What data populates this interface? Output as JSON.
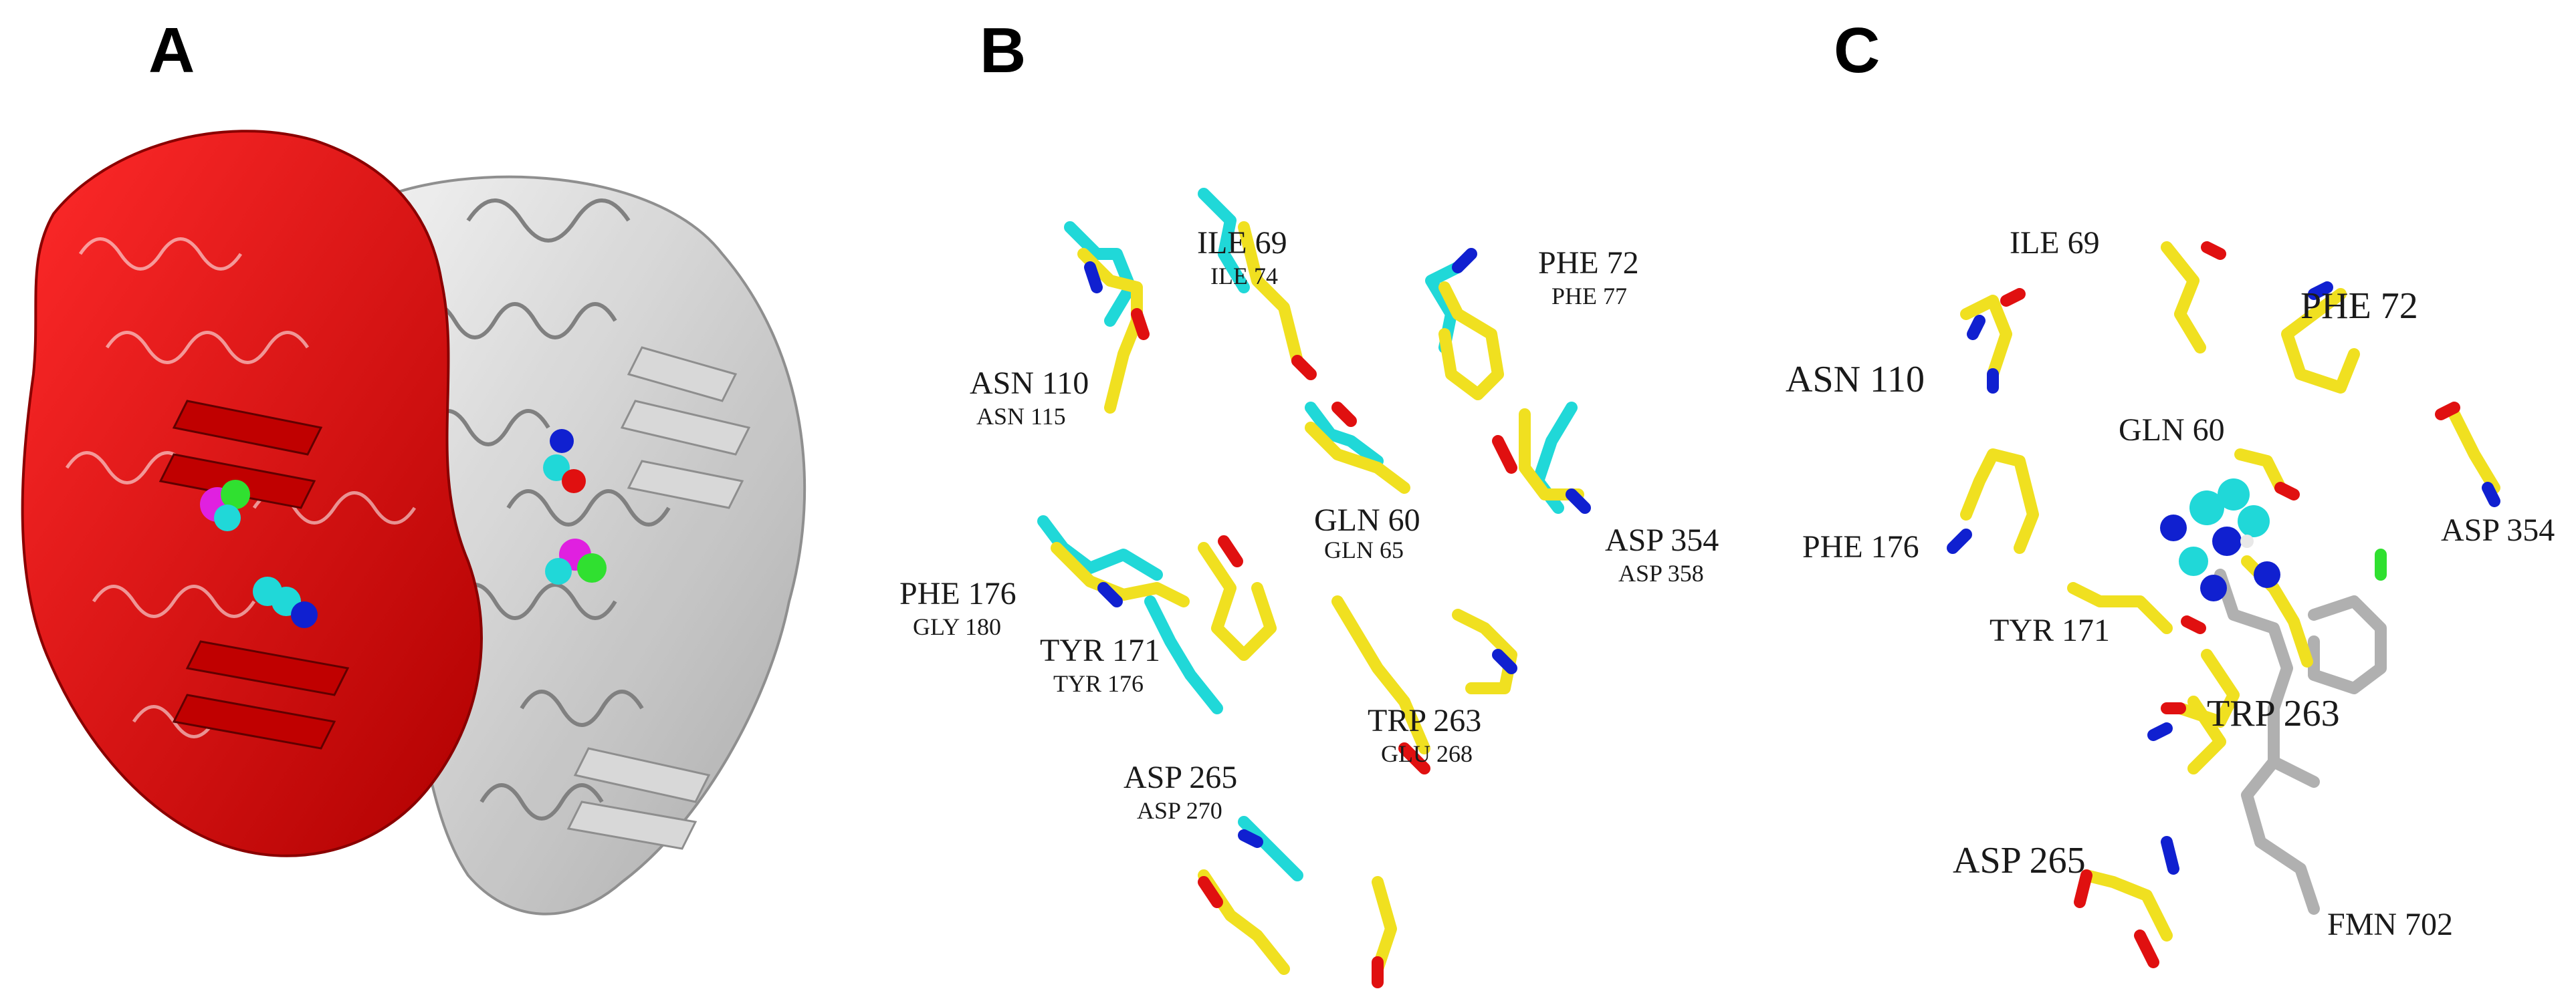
{
  "panels": {
    "a": {
      "letter": "A"
    },
    "b": {
      "letter": "B",
      "labels": {
        "ile69": "ILE 69",
        "ile74": "ILE 74",
        "phe72": "PHE 72",
        "phe77": "PHE 77",
        "asn110": "ASN 110",
        "asn115": "ASN 115",
        "gln60": "GLN 60",
        "gln65": "GLN 65",
        "asp354": "ASP 354",
        "asp358": "ASP 358",
        "phe176": "PHE 176",
        "gly180": "GLY 180",
        "tyr171": "TYR 171",
        "tyr176": "TYR 176",
        "trp263": "TRP 263",
        "glu268": "GLU 268",
        "asp265": "ASP 265",
        "asp270": "ASP 270"
      }
    },
    "c": {
      "letter": "C",
      "labels": {
        "ile69": "ILE 69",
        "phe72": "PHE 72",
        "asn110": "ASN 110",
        "gln60": "GLN 60",
        "asp354": "ASP 354",
        "phe176": "PHE 176",
        "tyr171": "TYR 171",
        "trp263": "TRP 263",
        "asp265": "ASP 265",
        "fmn702": "FMN 702"
      }
    }
  },
  "colors": {
    "chain_red": "#e00000",
    "chain_grey": "#c8c8c8",
    "carbon_yellow": "#f0e020",
    "carbon_cyan": "#20d8d8",
    "oxygen_red": "#e01010",
    "nitrogen_blue": "#1020d0",
    "hydrogen_white": "#e8e8e8",
    "ligand_grey": "#b0b0b0",
    "magenta": "#e020e0",
    "green": "#30e030"
  }
}
